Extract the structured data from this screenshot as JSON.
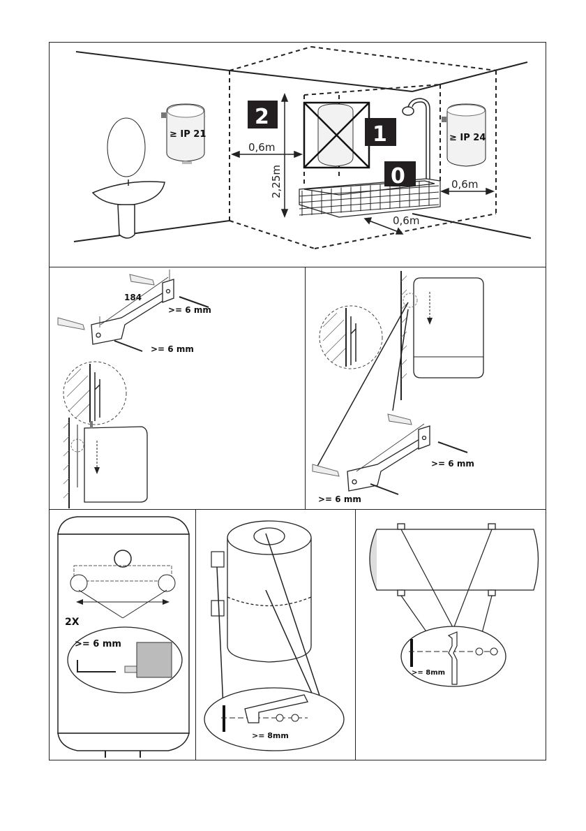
{
  "bathroom_zones": {
    "zone_labels": [
      "2",
      "1",
      "0"
    ],
    "ip_left": "≥ IP 21",
    "ip_right": "≥ IP 24",
    "dist_left": "0,6m",
    "dist_right": "0,6m",
    "dist_front": "0,6m",
    "height": "2,25m"
  },
  "bracket_vertical": {
    "spacing": "184",
    "screw_label_1": ">= 6 mm",
    "screw_label_2": ">= 6 mm"
  },
  "bracket_vertical_alt": {
    "screw_label_1": ">= 6 mm",
    "screw_label_2": ">= 6 mm"
  },
  "hook_mount": {
    "quantity": "2X",
    "screw_label": ">= 6 mm"
  },
  "vertical_bolt_mount": {
    "bolt_label": ">= 8mm"
  },
  "horizontal_bolt_mount": {
    "bolt_label": ">= 8mm"
  }
}
